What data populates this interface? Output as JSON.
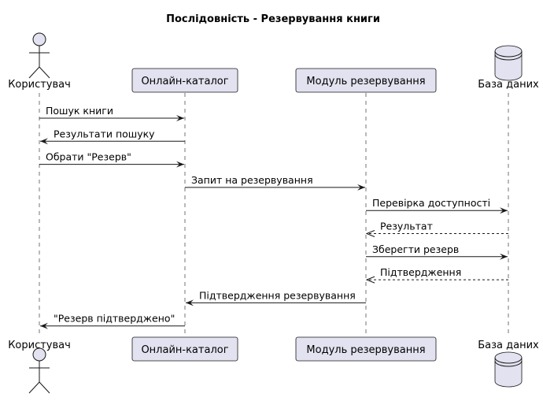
{
  "title": "Послідовність - Резервування книги",
  "participants": [
    {
      "id": "user",
      "label": "Користувач",
      "kind": "actor"
    },
    {
      "id": "catalog",
      "label": "Онлайн-каталог",
      "kind": "participant"
    },
    {
      "id": "reservation",
      "label": "Модуль резервування",
      "kind": "participant"
    },
    {
      "id": "db",
      "label": "База даних",
      "kind": "database"
    }
  ],
  "messages": [
    {
      "from": "user",
      "to": "catalog",
      "text": "Пошук книги",
      "style": "solid"
    },
    {
      "from": "catalog",
      "to": "user",
      "text": "Результати пошуку",
      "style": "solid"
    },
    {
      "from": "user",
      "to": "catalog",
      "text": "Обрати \"Резерв\"",
      "style": "solid"
    },
    {
      "from": "catalog",
      "to": "reservation",
      "text": "Запит на резервування",
      "style": "solid"
    },
    {
      "from": "reservation",
      "to": "db",
      "text": "Перевірка доступності",
      "style": "solid"
    },
    {
      "from": "db",
      "to": "reservation",
      "text": "Результат",
      "style": "dashed"
    },
    {
      "from": "reservation",
      "to": "db",
      "text": "Зберегти резерв",
      "style": "solid"
    },
    {
      "from": "db",
      "to": "reservation",
      "text": "Підтвердження",
      "style": "dashed"
    },
    {
      "from": "reservation",
      "to": "catalog",
      "text": "Підтвердження резервування",
      "style": "solid"
    },
    {
      "from": "catalog",
      "to": "user",
      "text": "\"Резерв підтверджено\"",
      "style": "solid"
    }
  ]
}
